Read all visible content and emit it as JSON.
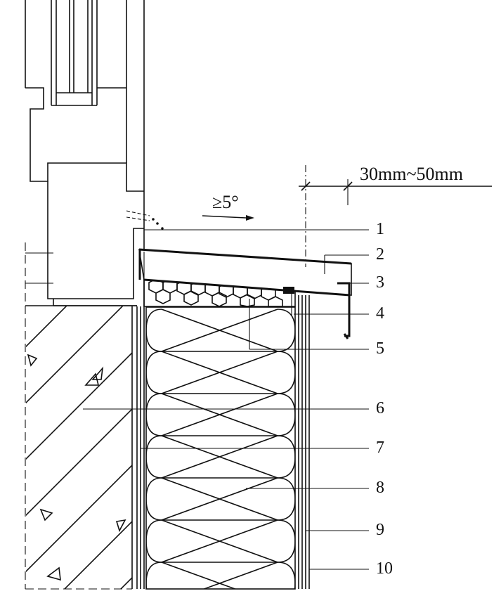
{
  "dimension": {
    "text": "30mm~50mm"
  },
  "slope": {
    "text": "≥5°"
  },
  "callouts": [
    {
      "id": "1",
      "text": "1"
    },
    {
      "id": "2",
      "text": "2"
    },
    {
      "id": "3",
      "text": "3"
    },
    {
      "id": "4",
      "text": "4"
    },
    {
      "id": "5",
      "text": "5"
    },
    {
      "id": "6",
      "text": "6"
    },
    {
      "id": "7",
      "text": "7"
    },
    {
      "id": "8",
      "text": "8"
    },
    {
      "id": "9",
      "text": "9"
    },
    {
      "id": "10",
      "text": "10"
    }
  ]
}
